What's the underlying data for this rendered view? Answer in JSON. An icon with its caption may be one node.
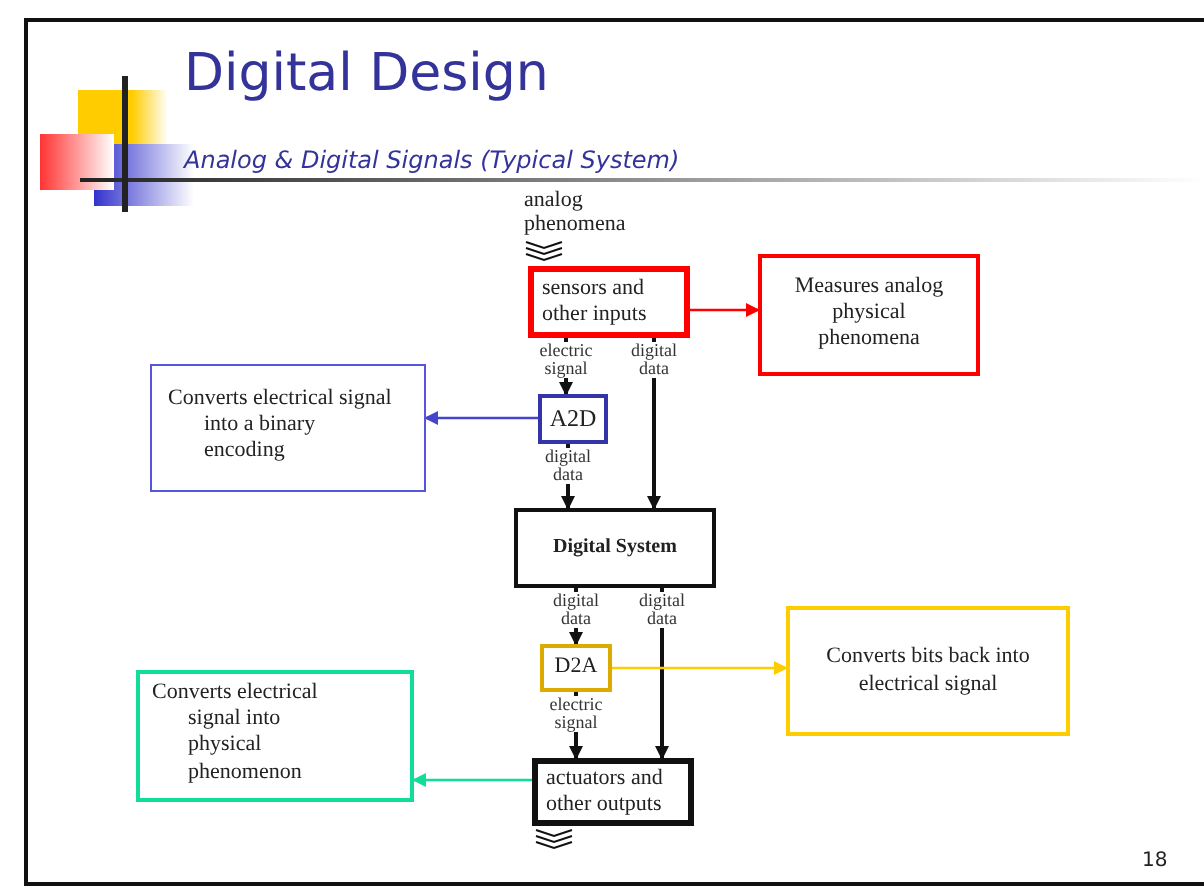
{
  "diagram": {
    "title": "Digital Design",
    "nodes": [
      {
        "text": [
          "sensors and other inputs"
        ]
      },
      {
        "text": [
          "Measures analog physical phenomena"
        ]
      },
      {
        "text": [
          "A2D"
        ]
      },
      {
        "text": [
          "Converts electrical signal into a binary encoding"
        ]
      },
      {
        "text": [
          "Digital System"
        ]
      },
      {
        "text": [
          "D2A"
        ]
      },
      {
        "text": [
          "Converts bits back into electrical signal"
        ]
      },
      {
        "text": [
          "Converts electrical signal into physical phenomenon"
        ]
      },
      {
        "text": [
          "actuators and other outputs"
        ]
      }
    ],
    "edges": [
      {
        "from": 0,
        "to": 1,
        "arrow": "to",
        "color": "#ff0000"
      },
      {
        "from": 0,
        "to": 2,
        "arrow": "to",
        "label": "electric signal"
      },
      {
        "from": 0,
        "to": 4,
        "arrow": "to",
        "label": "digital data"
      },
      {
        "from": 2,
        "to": 3,
        "arrow": "to",
        "color": "#4444cc"
      },
      {
        "from": 2,
        "to": 4,
        "arrow": "to",
        "label": "digital data"
      },
      {
        "from": 4,
        "to": 5,
        "arrow": "to",
        "label": "digital data"
      },
      {
        "from": 4,
        "to": 8,
        "arrow": "to",
        "label": "digital data"
      },
      {
        "from": 5,
        "to": 6,
        "arrow": "to",
        "color": "#ffcc00"
      },
      {
        "from": 5,
        "to": 8,
        "arrow": "to",
        "label": "electric signal"
      },
      {
        "from": 8,
        "to": 7,
        "arrow": "to",
        "color": "#11dd99"
      }
    ],
    "labels": [
      "Analog & Digital Signals (Typical System)",
      "analog phenomena",
      "18"
    ]
  }
}
